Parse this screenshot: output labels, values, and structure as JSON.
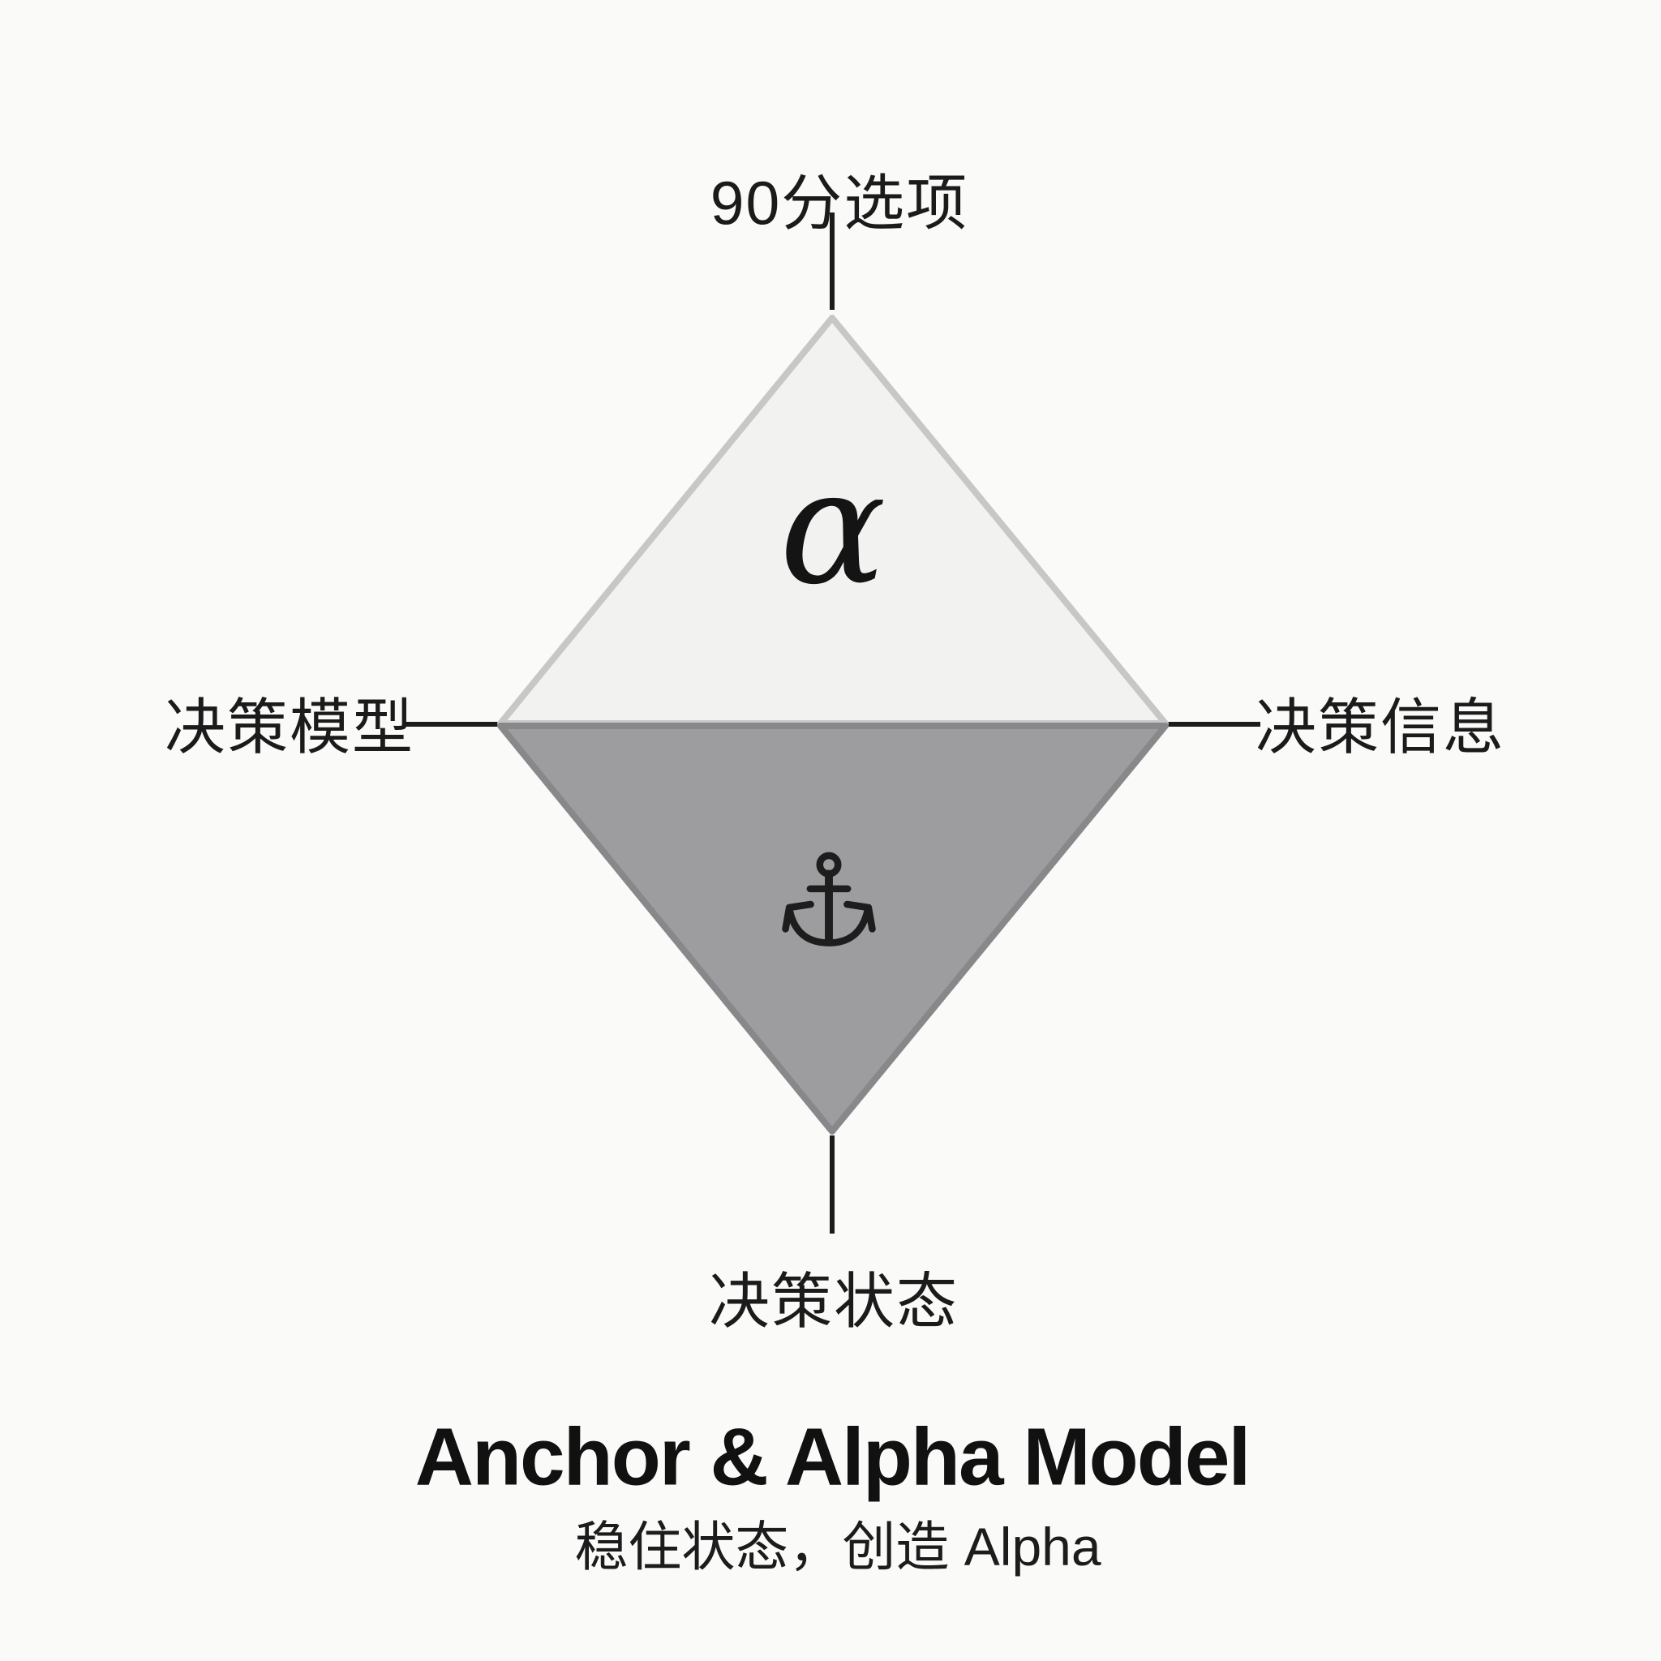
{
  "diagram": {
    "top_label": "90分选项",
    "left_label": "决策模型",
    "right_label": "决策信息",
    "bottom_label": "决策状态",
    "alpha_symbol": "α",
    "title": "Anchor & Alpha Model",
    "subtitle": "稳住状态，创造 Alpha",
    "colors": {
      "background": "#fafaf9",
      "top_triangle_fill": "#f2f2f1",
      "top_triangle_border": "#c7c7c7",
      "bottom_triangle_fill": "#9d9d9f",
      "bottom_triangle_border": "#88888a",
      "connector_line": "#1c1c1c",
      "anchor_color": "#1d1d1d",
      "text_color": "#1a1a1a"
    }
  }
}
